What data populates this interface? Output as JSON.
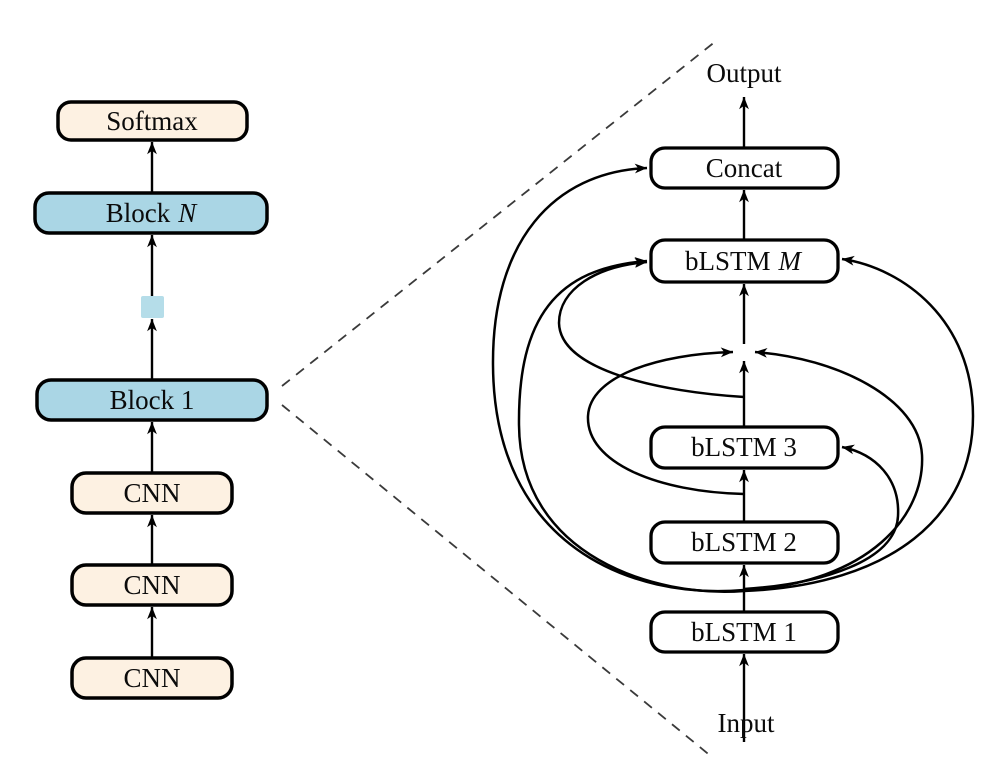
{
  "diagram": {
    "title_semantic": "stacked CNN + dense bLSTM block architecture diagram",
    "left_column": {
      "softmax_label": "Softmax",
      "block_n_prefix": "Block",
      "block_n_var": "N",
      "block_1_label": "Block 1",
      "cnn_top_label": "CNN",
      "cnn_middle_label": "CNN",
      "cnn_bottom_label": "CNN"
    },
    "right_column": {
      "output_label": "Output",
      "concat_label": "Concat",
      "blstm_m_prefix": "bLSTM",
      "blstm_m_var": "M",
      "blstm_3_label": "bLSTM 3",
      "blstm_2_label": "bLSTM 2",
      "blstm_1_label": "bLSTM 1",
      "input_label": "Input"
    },
    "colors": {
      "cream_fill": "#FDF1E2",
      "blue_fill": "#AAD6E5",
      "ellipsis_blue": "#B5DDE9",
      "white_fill": "#FFFFFF",
      "stroke_black": "#000000",
      "dashed_gray": "#3A3A3A",
      "background": "#FFFFFF"
    }
  }
}
